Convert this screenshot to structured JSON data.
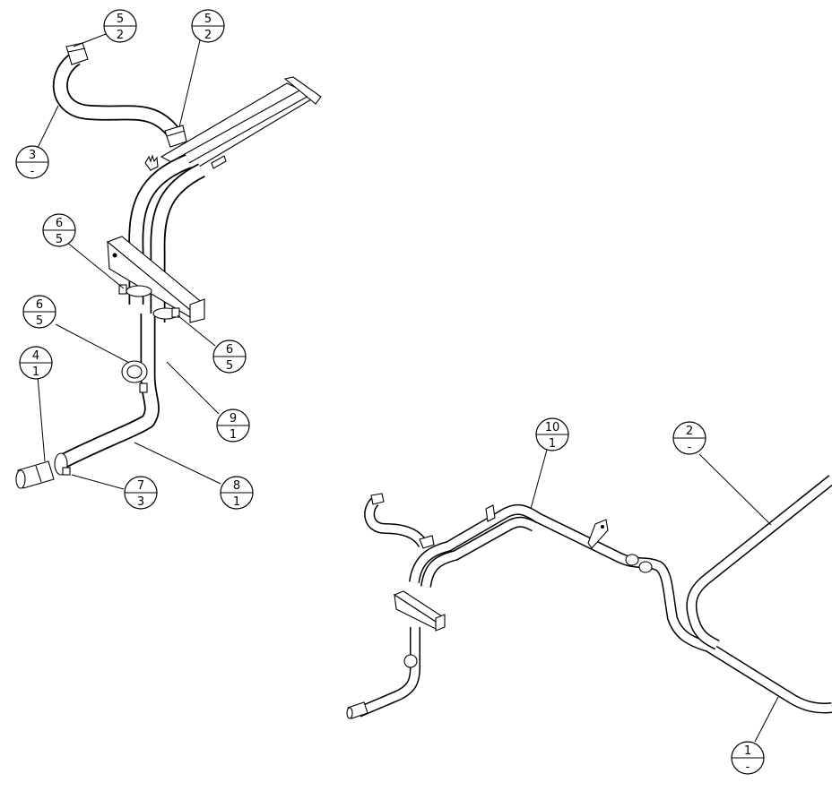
{
  "balloons": [
    {
      "id": "b-5-2-a",
      "item": "5",
      "qty": "2"
    },
    {
      "id": "b-5-2-b",
      "item": "5",
      "qty": "2"
    },
    {
      "id": "b-3",
      "item": "3",
      "qty": "-"
    },
    {
      "id": "b-6-5-a",
      "item": "6",
      "qty": "5"
    },
    {
      "id": "b-6-5-b",
      "item": "6",
      "qty": "5"
    },
    {
      "id": "b-6-5-c",
      "item": "6",
      "qty": "5"
    },
    {
      "id": "b-4-1",
      "item": "4",
      "qty": "1"
    },
    {
      "id": "b-9-1",
      "item": "9",
      "qty": "1"
    },
    {
      "id": "b-7-3",
      "item": "7",
      "qty": "3"
    },
    {
      "id": "b-8-1",
      "item": "8",
      "qty": "1"
    },
    {
      "id": "b-10-1",
      "item": "10",
      "qty": "1"
    },
    {
      "id": "b-2",
      "item": "2",
      "qty": "-"
    },
    {
      "id": "b-1",
      "item": "1",
      "qty": "-"
    }
  ]
}
